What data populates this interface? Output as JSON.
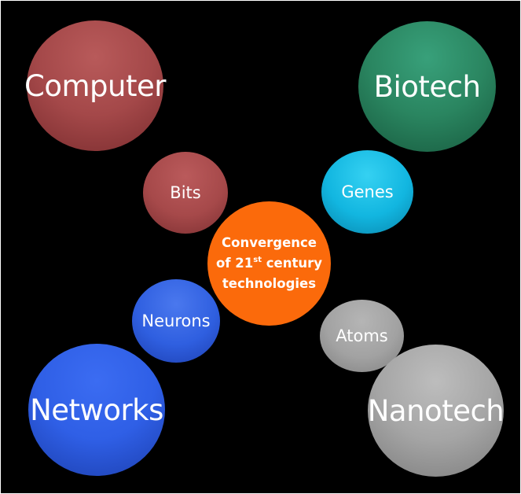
{
  "diagram": {
    "outer": {
      "computer": "Computer",
      "biotech": "Biotech",
      "networks": "Networks",
      "nanotech": "Nanotech"
    },
    "inner": {
      "bits": "Bits",
      "genes": "Genes",
      "neurons": "Neurons",
      "atoms": "Atoms"
    },
    "center": {
      "line1": "Convergence",
      "line2_prefix": "of 21",
      "line2_sup": "st",
      "line2_suffix": " century",
      "line3": "technologies"
    }
  },
  "colors": {
    "computer": "#a44849",
    "biotech": "#2a8560",
    "bits": "#a6494a",
    "genes": "#12b6e0",
    "center": "#fb6a0b",
    "neurons": "#2f5fe0",
    "atoms": "#a2a2a2",
    "networks": "#2f5fe6",
    "nanotech": "#a5a5a5",
    "background": "#000000"
  }
}
